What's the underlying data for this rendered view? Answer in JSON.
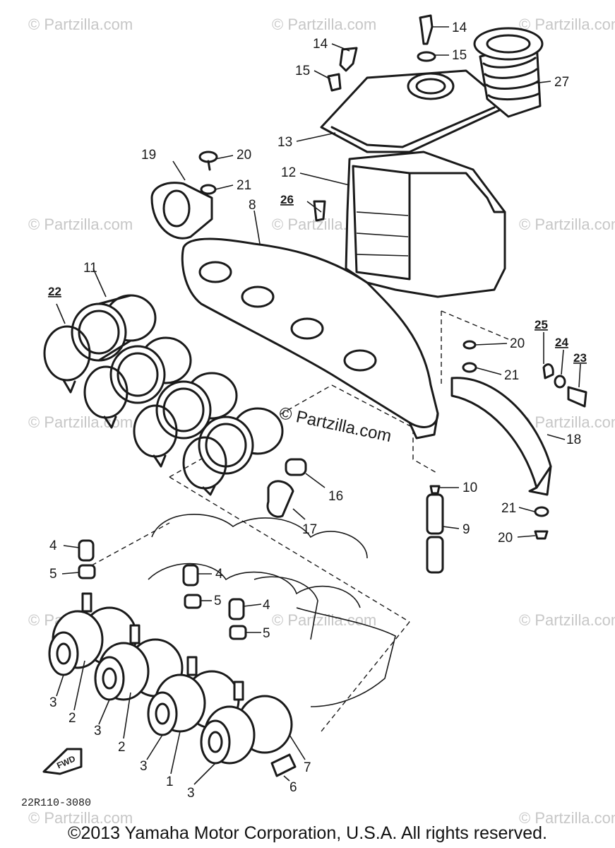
{
  "watermarks": [
    "© Partzilla.com",
    "© Partzilla.com",
    "© Partzilla.com",
    "© Partzilla.com",
    "© Partzilla.com",
    "© Partzilla.com",
    "© Partzilla.com",
    "© Partzilla.com",
    "© Partzilla.com",
    "© Partzilla.com",
    "© Partzilla.com",
    "© Partzilla.com",
    "© Partzilla.com"
  ],
  "center_watermark": "© Partzilla.com",
  "diagram_code": "22R110-3080",
  "fwd_label": "FWD",
  "copyright": "©2013 Yamaha Motor Corporation, U.S.A. All rights reserved.",
  "labels": {
    "p1": "1",
    "p2a": "2",
    "p2b": "2",
    "p3a": "3",
    "p3b": "3",
    "p3c": "3",
    "p3d": "3",
    "p4a": "4",
    "p4b": "4",
    "p4c": "4",
    "p5a": "5",
    "p5b": "5",
    "p5c": "5",
    "p6": "6",
    "p7": "7",
    "p8": "8",
    "p9": "9",
    "p10": "10",
    "p11": "11",
    "p12": "12",
    "p13": "13",
    "p14a": "14",
    "p14b": "14",
    "p15a": "15",
    "p15b": "15",
    "p16": "16",
    "p17": "17",
    "p18": "18",
    "p19": "19",
    "p20a": "20",
    "p20b": "20",
    "p20c": "20",
    "p21a": "21",
    "p21b": "21",
    "p21c": "21",
    "p22": "22",
    "p23": "23",
    "p24": "24",
    "p25": "25",
    "p26": "26",
    "p27": "27"
  }
}
